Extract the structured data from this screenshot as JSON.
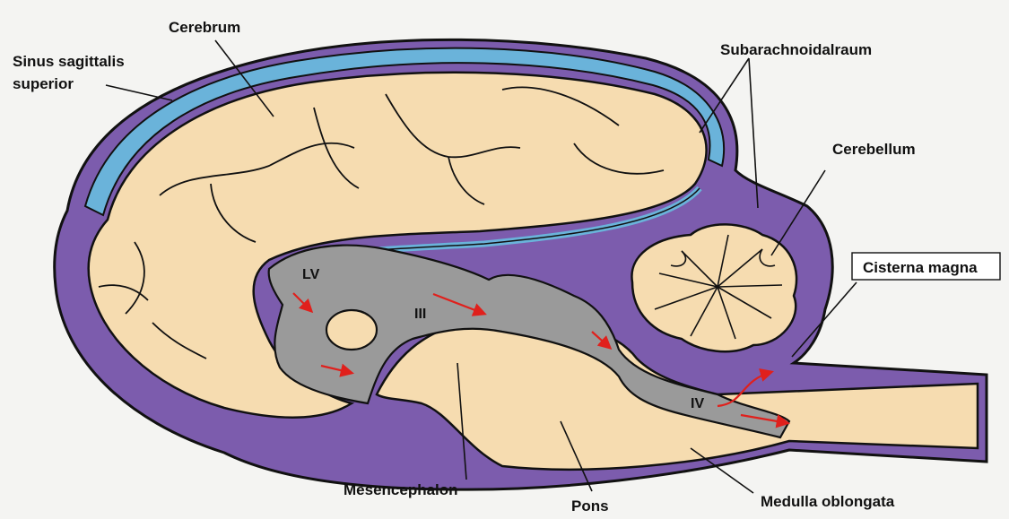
{
  "labels": {
    "cerebrum": "Cerebrum",
    "sinus_line1": "Sinus sagittalis",
    "sinus_line2": "superior",
    "subarachnoid": "Subarachnoidalraum",
    "cerebellum": "Cerebellum",
    "cisterna": "Cisterna magna",
    "lv": "LV",
    "iii": "III",
    "iv": "IV",
    "mesencephalon": "Mesencephalon",
    "pons": "Pons",
    "medulla": "Medulla oblongata"
  },
  "colors": {
    "background": "#f4f4f2",
    "brain_tissue": "#f6dcb0",
    "meninges_purple": "#7c5cad",
    "sinus_blue": "#6ab3da",
    "ventricle_gray": "#9a9a9a",
    "outline": "#111111",
    "csf_flow_arrow": "#e0201c"
  }
}
